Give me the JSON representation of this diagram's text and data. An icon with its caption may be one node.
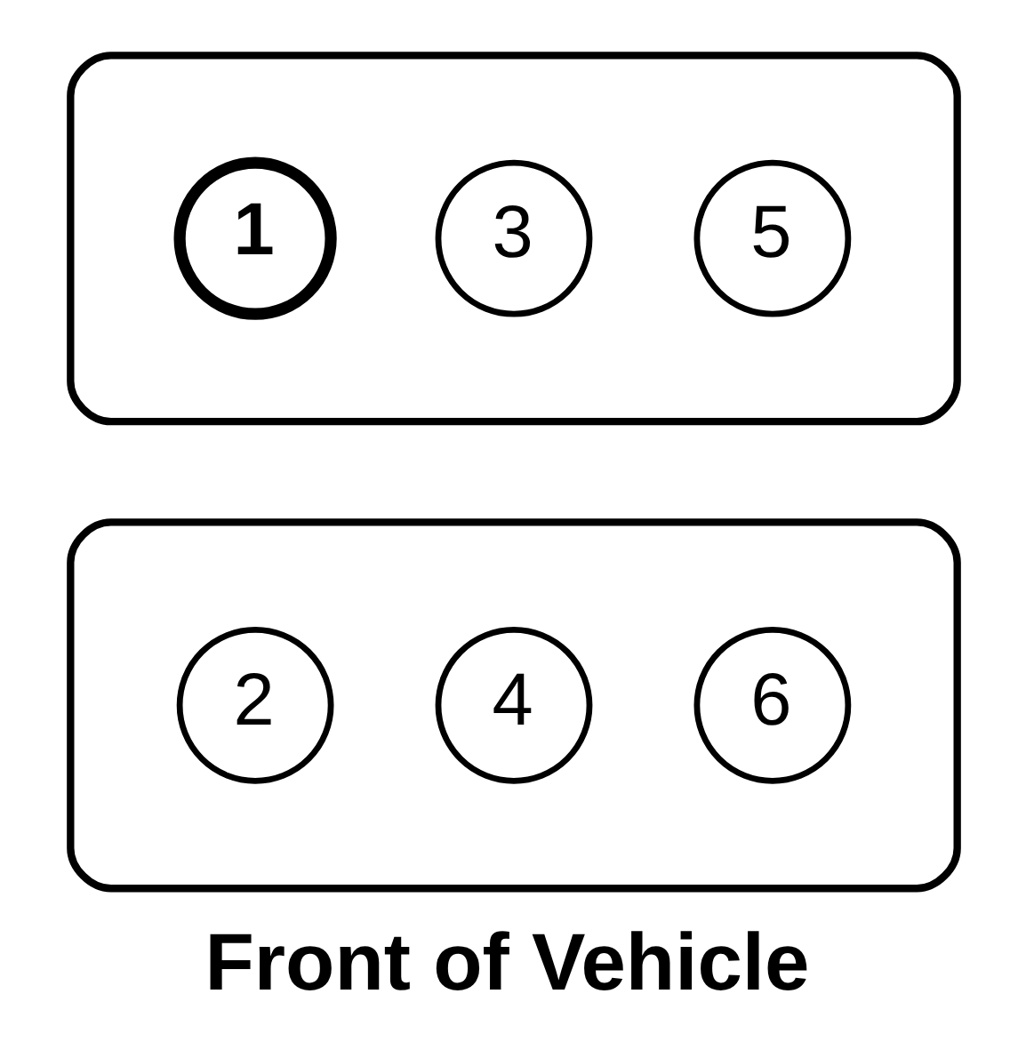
{
  "diagram": {
    "caption": "Front of Vehicle",
    "nodes": [
      {
        "text": [],
        "shape": "box"
      },
      {
        "text": [
          "1"
        ],
        "in": 0
      },
      {
        "text": [
          "3"
        ],
        "in": 0
      },
      {
        "text": [
          "5"
        ],
        "in": 0
      },
      {
        "text": [],
        "shape": "box"
      },
      {
        "text": [
          "2"
        ],
        "in": 4
      },
      {
        "text": [
          "4"
        ],
        "in": 4
      },
      {
        "text": [
          "6"
        ],
        "in": 4
      }
    ],
    "edges": []
  }
}
